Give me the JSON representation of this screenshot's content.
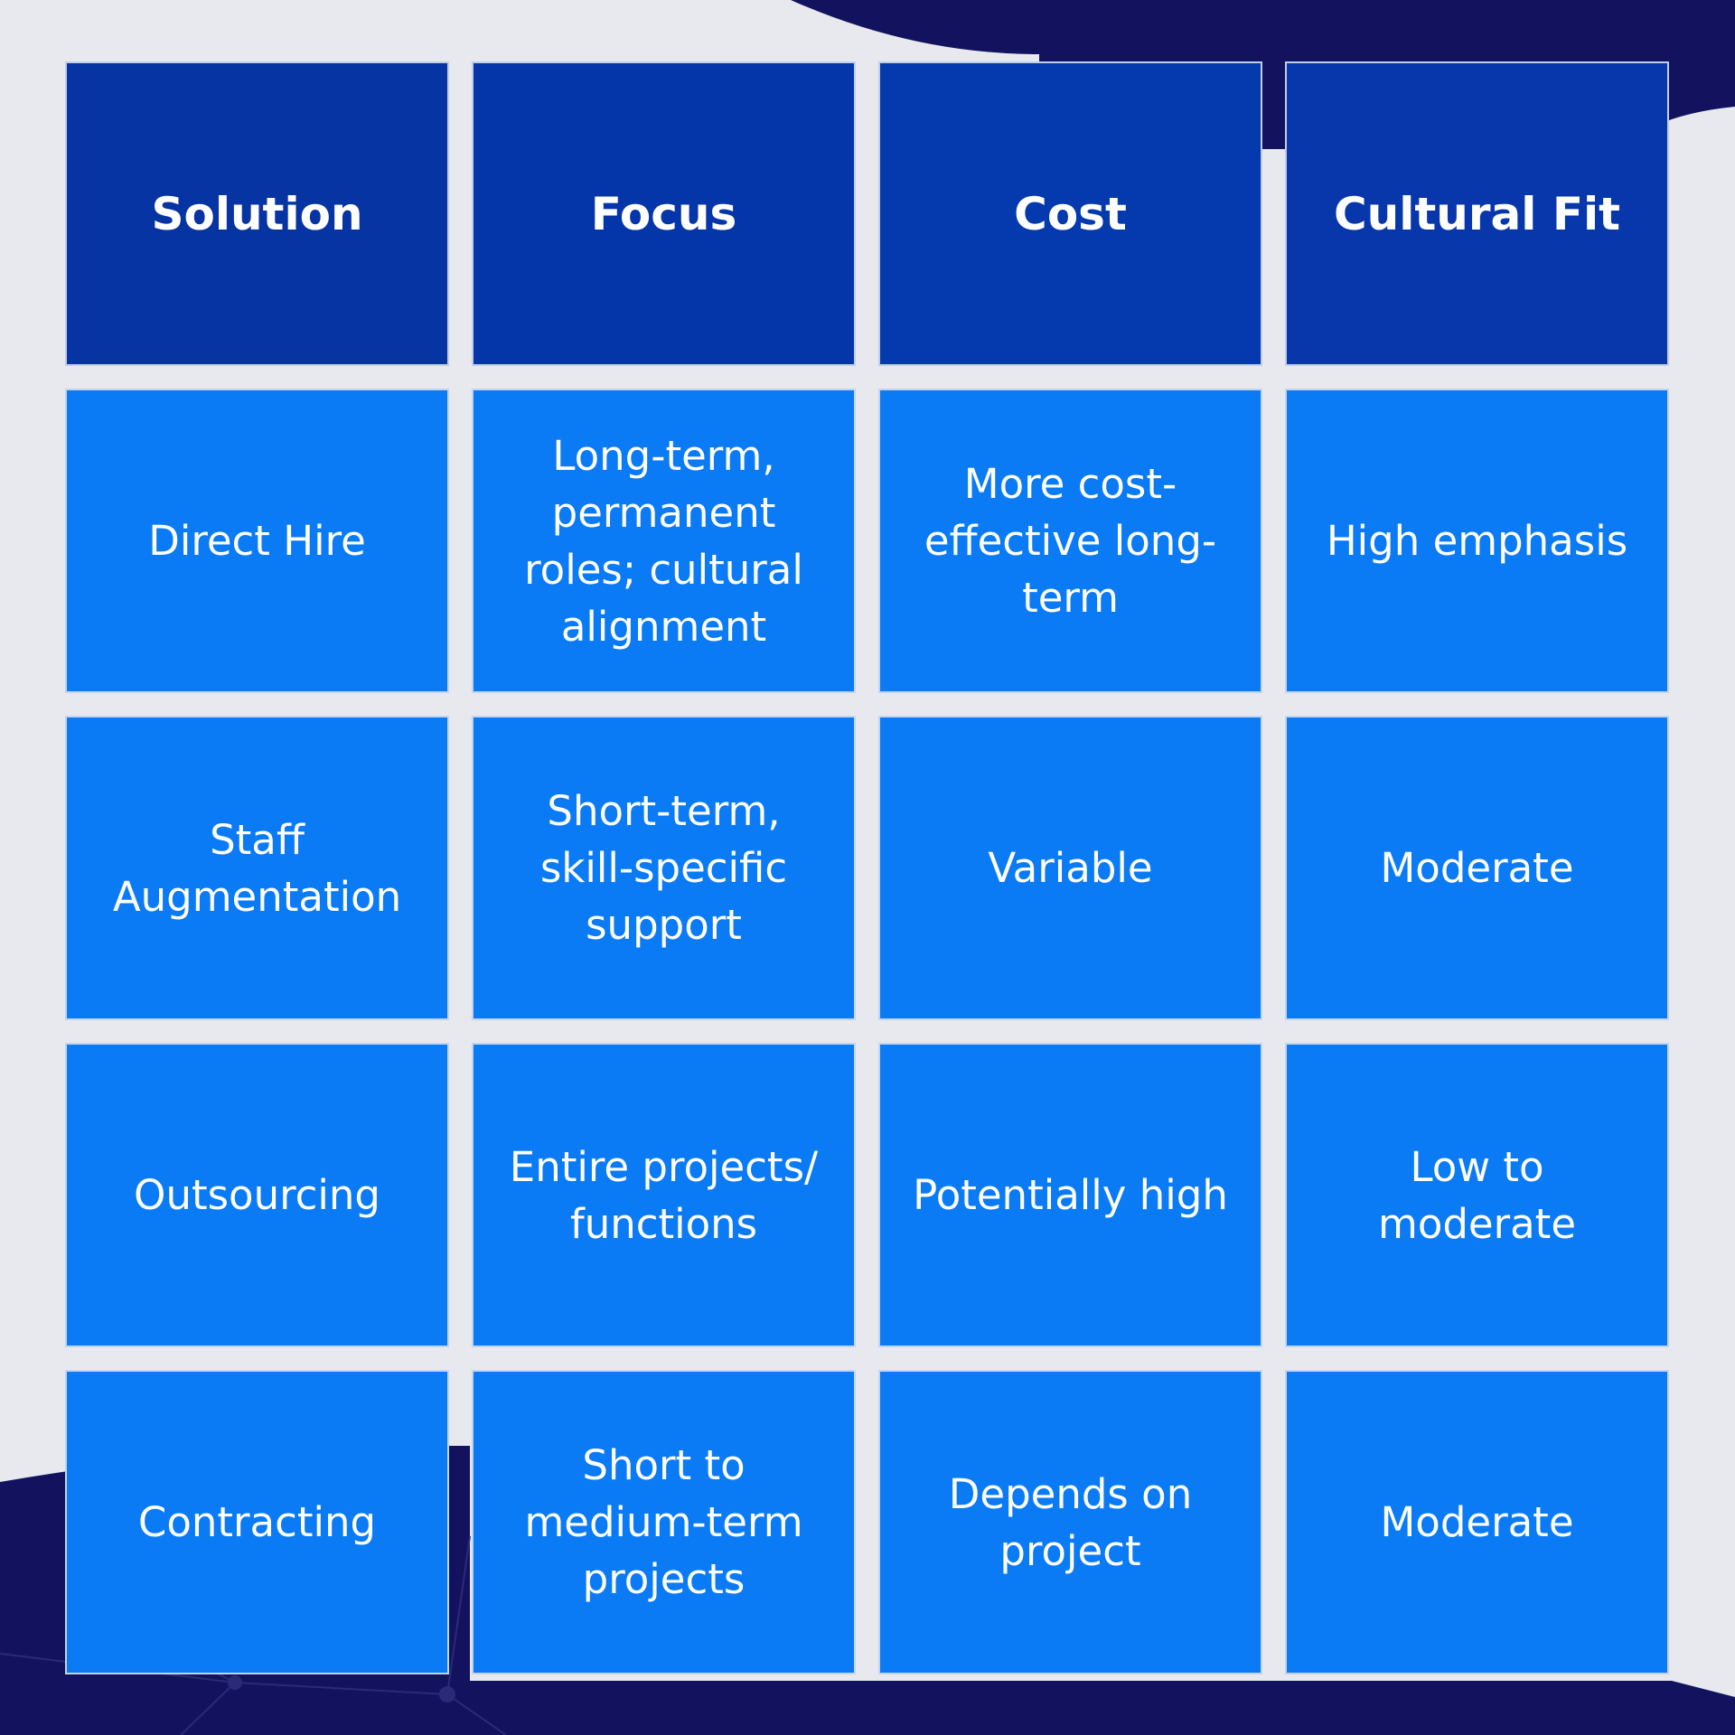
{
  "colors": {
    "page_background": "#e8e9ee",
    "navy_shape": "#12125f",
    "header_cell": "#0535a8",
    "body_cell": "#0a7bf5",
    "text": "#ffffff"
  },
  "table": {
    "headers": [
      "Solution",
      "Focus",
      "Cost",
      "Cultural Fit"
    ],
    "rows": [
      [
        "Direct Hire",
        "Long-term, permanent roles; cultural alignment",
        "More cost-effective long-term",
        "High emphasis"
      ],
      [
        "Staff Augmentation",
        "Short-term, skill-specific support",
        "Variable",
        "Moderate"
      ],
      [
        "Outsourcing",
        "Entire projects/ functions",
        "Potentially high",
        "Low to moderate"
      ],
      [
        "Contracting",
        "Short to medium-term projects",
        "Depends on project",
        "Moderate"
      ]
    ]
  }
}
